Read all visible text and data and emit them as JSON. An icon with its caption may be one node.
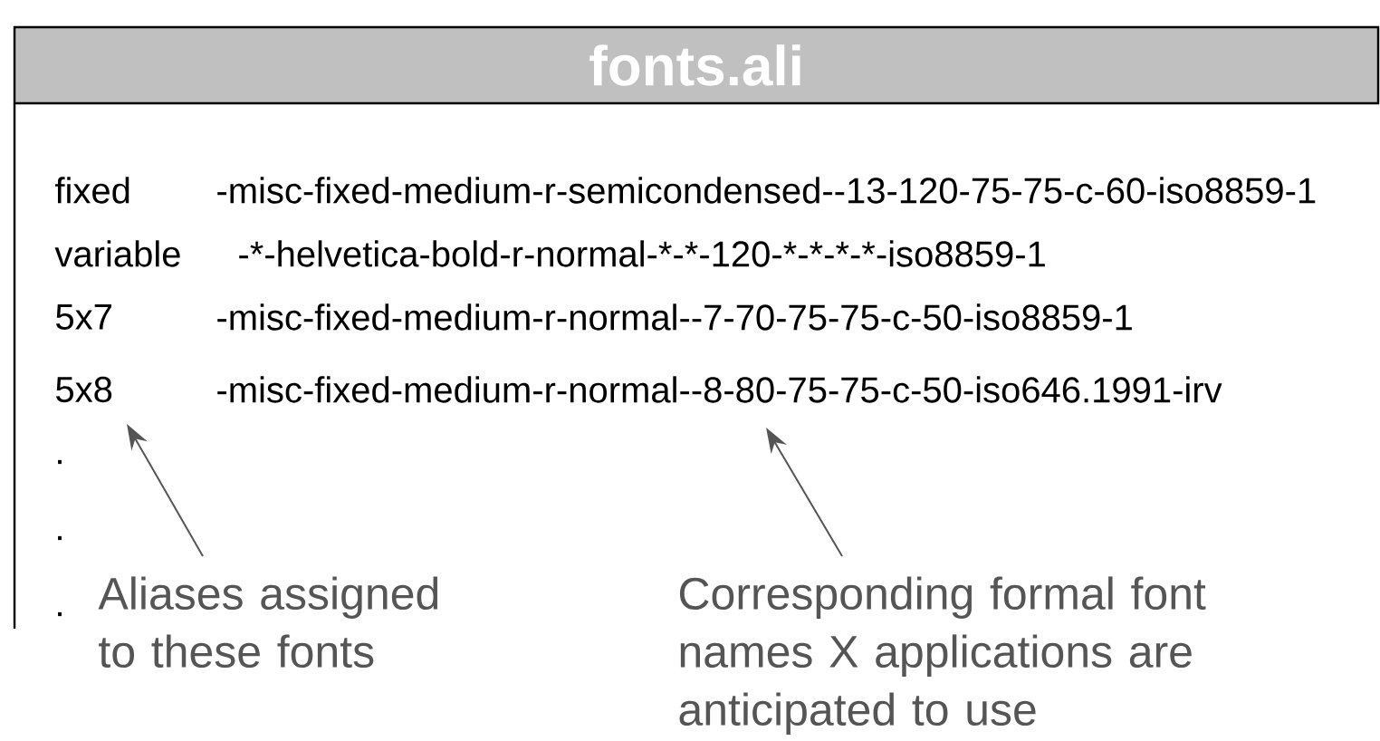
{
  "diagram": {
    "nodes": [
      {
        "text": [
          "fonts.ali"
        ]
      },
      {
        "text": [
          "5x8"
        ],
        "in": 0
      },
      {
        "text": [
          "-misc-fixed-medium-r-normal--8-80-75-75-c-50-iso646.1991-irv"
        ],
        "in": 0
      },
      {
        "text": [
          "Aliases assigned to these fonts"
        ]
      },
      {
        "text": [
          "Corresponding formal font names X applications are anticipated to use"
        ]
      }
    ],
    "edges": [
      {
        "from": 3,
        "to": 1,
        "arrow": "to"
      },
      {
        "from": 4,
        "to": 2,
        "arrow": "to"
      }
    ],
    "labels": [
      "fixed",
      "-misc-fixed-medium-r-semicondensed--13-120-75-75-c-60-iso8859-1",
      "variable",
      "-*-helvetica-bold-r-normal-*-*-120-*-*-*-*-iso8859-1",
      "5x7",
      "-misc-fixed-medium-r-normal--7-70-75-75-c-50-iso8859-1",
      ".",
      ".",
      "."
    ]
  }
}
